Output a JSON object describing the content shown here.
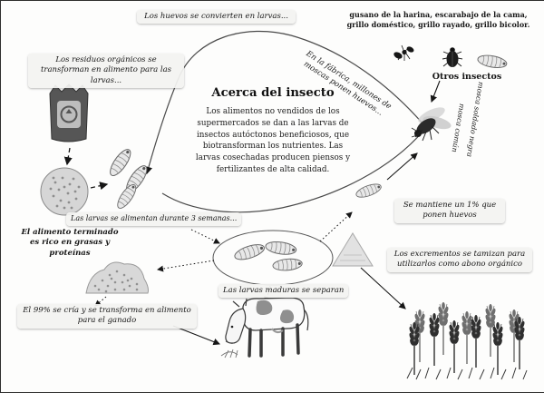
{
  "center": {
    "heading": "Acerca del insecto",
    "body": "Los alimentos no vendidos de los supermercados se dan a las larvas de insectos autóctonos beneficiosos, que biotransforman los nutrientes. Las larvas cosechadas producen piensos y fertilizantes de alta calidad."
  },
  "labels": {
    "eggs_become_larvae": "Los huevos se convierten en larvas...",
    "other_insects_list": "gusano de la harina, escarabajo de la cama, grillo doméstico, grillo rayado, grillo bicolor.",
    "other_insects_title": "Otros insectos",
    "factory_flies": "En la fábrica, millones de moscas ponen huevos...",
    "black_soldier_fly": "mosca soldado negra",
    "common_fly": "mosca común",
    "organic_waste": "Los residuos orgánicos se transforman en alimento para las larvas...",
    "larvae_feeding": "Las larvas se alimentan durante 3 semanas...",
    "finished_feed": "El alimento terminado es rico en grasas y proteínas",
    "ninety_nine_percent": "El 99% se cría y se transforma en alimento para el ganado",
    "mature_larvae": "Las larvas maduras se separan",
    "one_percent": "Se mantiene un 1% que ponen huevos",
    "excrement": "Los excrementos se tamizan para utilizarlos como abono orgánico"
  },
  "icons": [
    "life-cycle-loop",
    "waste-bag-icon",
    "organic-matter-icon",
    "young-larvae-icon",
    "fly-icon",
    "ant-icon",
    "beetle-icon",
    "mealworm-icon",
    "mature-larvae-ellipse",
    "one-percent-larva-icon",
    "feed-pile-icon",
    "frass-pile-icon",
    "cow-icon",
    "wheat-icon"
  ],
  "colors": {
    "ink": "#161616",
    "label_bg": "#f3f3f1",
    "background": "#fdfdfc",
    "loop_stroke": "#4a4a4a"
  }
}
